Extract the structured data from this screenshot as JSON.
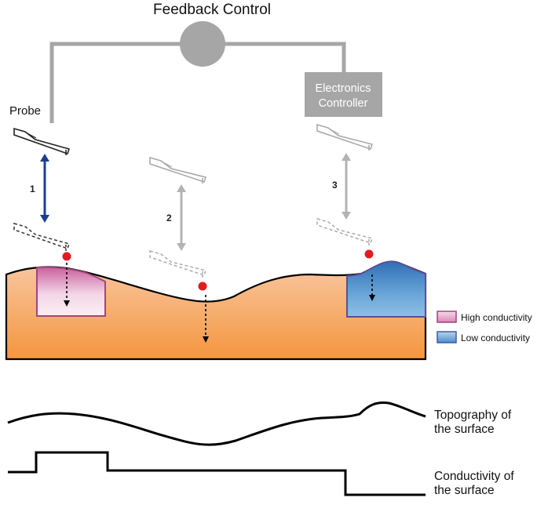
{
  "title": "Feedback Control",
  "probe_label": "Probe",
  "controller": {
    "line1": "Electronics",
    "line2": "Controller"
  },
  "steps": [
    "1",
    "2",
    "3"
  ],
  "legend": [
    {
      "label": "High conductivity",
      "color": "#e3a8cc"
    },
    {
      "label": "Low conductivity",
      "color": "#6ba6d9"
    }
  ],
  "traces": {
    "topography": {
      "line1": "Topography of",
      "line2": "the surface"
    },
    "conductivity": {
      "line1": "Conductivity of",
      "line2": "the surface"
    }
  },
  "colors": {
    "sample_top": "#f9c7a2",
    "sample_bottom": "#f4963e",
    "wire": "#a6a6a6",
    "arrow_blue": "#1b3f8c",
    "tip_dot": "#e21b23",
    "high_border": "#a0457e",
    "low_border": "#5d4d9a"
  }
}
